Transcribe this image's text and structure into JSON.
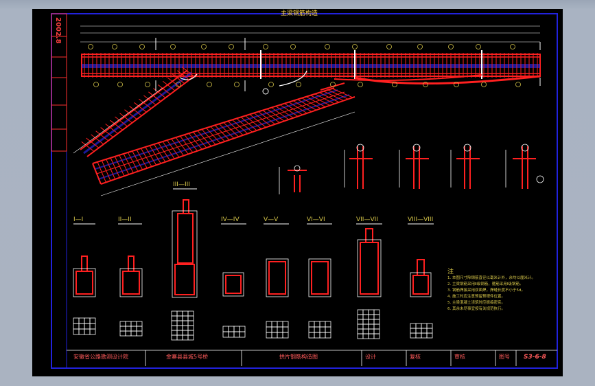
{
  "drawing": {
    "title": "主梁钢筋构造",
    "stamp": "2002.8",
    "sections": [
      "I—I",
      "II—II",
      "III—III",
      "IV—IV",
      "V—V",
      "VI—VI",
      "VII—VII",
      "VIII—VIII"
    ],
    "notes_heading": "注",
    "notes": [
      "1. 本图尺寸除钢筋直径以毫米计外，余均以厘米计。",
      "2. 主梁钢筋采用Ⅱ级钢筋，箍筋采用Ⅰ级钢筋。",
      "3. 钢筋焊接采用双面焊，焊缝长度不小于5d。",
      "4. 施工时应注意预留预埋件位置。",
      "5. 主梁混凝土浇筑时应振捣密实。",
      "6. 其余未尽事宜按有关规范执行。"
    ],
    "title_block": {
      "institute": "安徽省公路勘测设计院",
      "project": "金寨县县城5号桥",
      "sheet_title": "拱片钢筋构造图",
      "design_label": "设计",
      "review_label": "复核",
      "approve_label": "审核",
      "sheet_no_label": "图号",
      "sheet_no": "S3-6-8"
    },
    "colors": {
      "frame": "#2222dd",
      "rebar": "#ff2020",
      "dim": "#d9c84a",
      "white": "#ffffff"
    }
  }
}
